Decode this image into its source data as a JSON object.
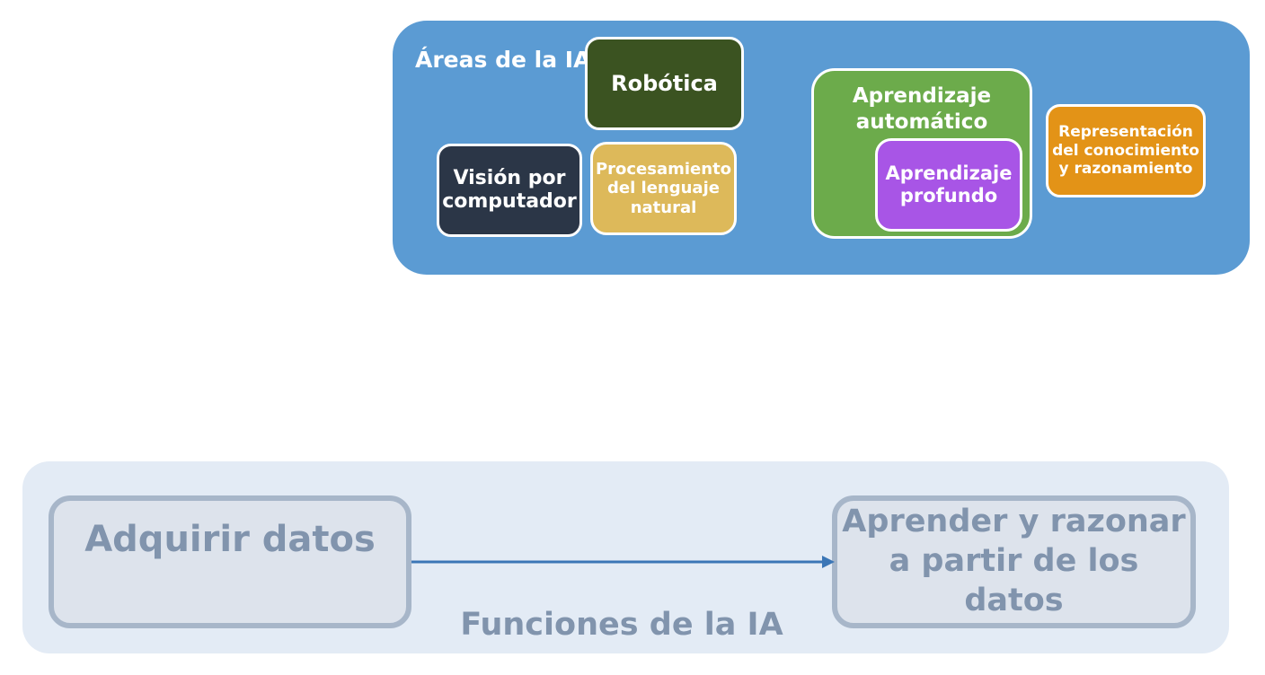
{
  "areas": {
    "title": "Áreas de la IA",
    "robotica": "Robótica",
    "vision": "Visión por\ncomputador",
    "pln": "Procesamiento\ndel lenguaje\nnatural",
    "aprendizaje_automatico": "Aprendizaje\nautomático",
    "aprendizaje_profundo": "Aprendizaje\nprofundo",
    "representacion": "Representación\ndel conocimiento\ny razonamiento"
  },
  "funciones": {
    "title": "Funciones de la IA",
    "adquirir": "Adquirir datos",
    "aprender": "Aprender y razonar\na partir de los datos"
  },
  "colors": {
    "areas_panel": "#5b9bd3",
    "robotica": "#3b5321",
    "vision": "#2b3647",
    "pln": "#ddb95a",
    "aprendizaje_automatico": "#6cab4b",
    "aprendizaje_profundo": "#a855e6",
    "representacion": "#e39317",
    "funciones_panel": "#e3ebf5",
    "arrow": "#3b76b6"
  }
}
